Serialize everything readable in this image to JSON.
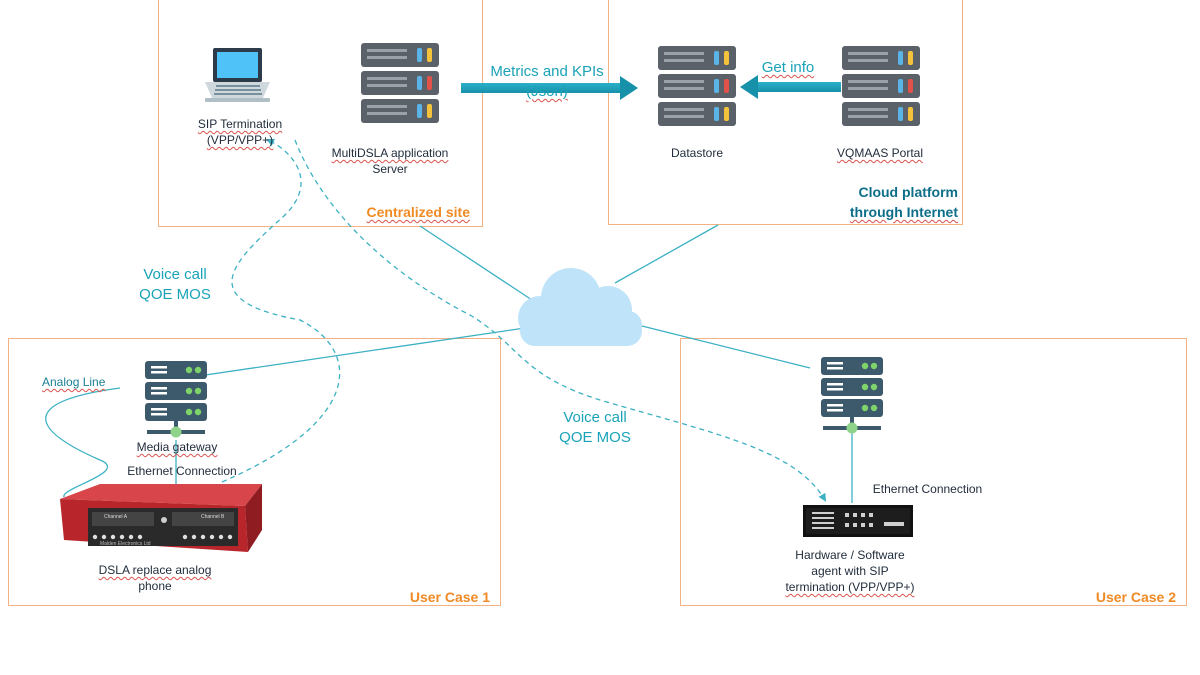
{
  "colors": {
    "box_border": "#f4b183",
    "link": "#3cb1c3",
    "accent_orange": "#f08a24",
    "cloud_label": "#0d6e8a",
    "cloud": "#bfe3f8",
    "server_dark": "#3d5a6c",
    "server_grey": "#5a6169",
    "device_red": "#b8262c"
  },
  "icons": [
    "laptop-icon",
    "server-stack-icon",
    "cloud-icon",
    "network-server-icon",
    "dsla-device-icon",
    "sip-agent-device-icon"
  ],
  "centralized_site": {
    "title": "Centralized site",
    "sip_termination": {
      "line1": "SIP Termination",
      "line2": "(VPP/VPP+)"
    },
    "app_server": {
      "line1": "MultiDSLA application",
      "line2": "Server"
    }
  },
  "cloud_platform": {
    "title_line1": "Cloud platform",
    "title_line2": "through Internet",
    "datastore": "Datastore",
    "portal": "VQMAAS Portal"
  },
  "arrows": {
    "metrics_line1": "Metrics and KPIs",
    "metrics_line2": "(Json)",
    "get_info": "Get info"
  },
  "voice_call_1": {
    "line1": "Voice call",
    "line2": "QOE MOS"
  },
  "voice_call_2": {
    "line1": "Voice call",
    "line2": "QOE MOS"
  },
  "user_case_1": {
    "title": "User Case 1",
    "analog_line": "Analog Line",
    "media_gateway": "Media gateway",
    "ethernet": "Ethernet  Connection",
    "dsla": {
      "line1": "DSLA replace analog",
      "line2": "phone"
    },
    "device_channel_a": "Channel A",
    "device_channel_b": "Channel B",
    "device_brand": "Malden Electronics Ltd"
  },
  "user_case_2": {
    "title": "User Case 2",
    "ethernet": "Ethernet  Connection",
    "agent": {
      "line1": "Hardware / Software",
      "line2": "agent with SIP",
      "line3": "termination (VPP/VPP+)"
    }
  }
}
